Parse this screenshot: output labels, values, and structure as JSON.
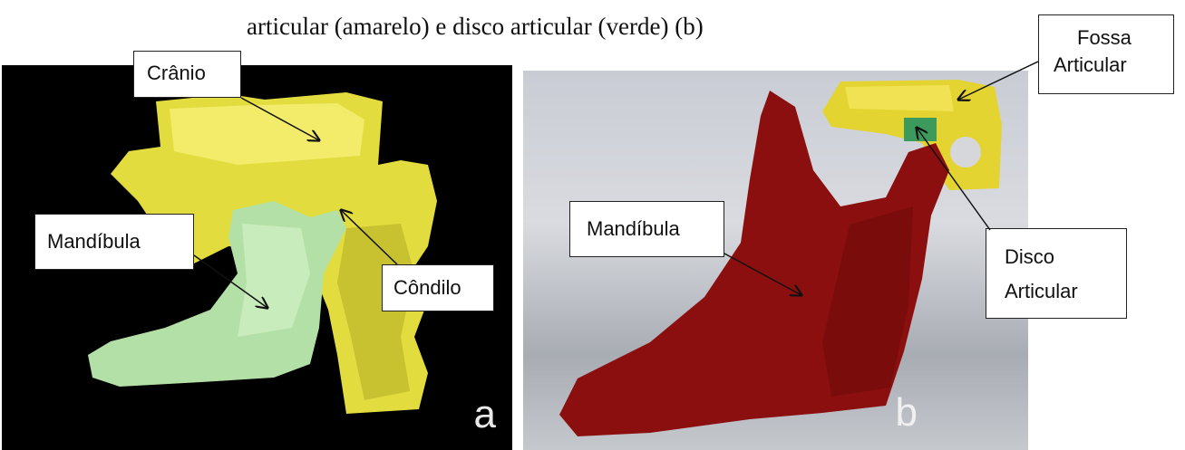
{
  "caption": "articular (amarelo) e disco articular (verde) (b)",
  "panel_a": {
    "letter": "a",
    "labels": {
      "cranio": "Crânio",
      "mandibula": "Mandíbula",
      "condilo": "Côndilo"
    }
  },
  "panel_b": {
    "letter": "b",
    "labels": {
      "fossa_line1": "Fossa",
      "fossa_line2": "Articular",
      "mandibula": "Mandíbula",
      "disco_line1": "Disco",
      "disco_line2": "Articular"
    }
  },
  "colors": {
    "skull": "#e8e24a",
    "mandible_a": "#b7e3a8",
    "mandible_b": "#8e1010",
    "disc": "#3a9a5a"
  }
}
